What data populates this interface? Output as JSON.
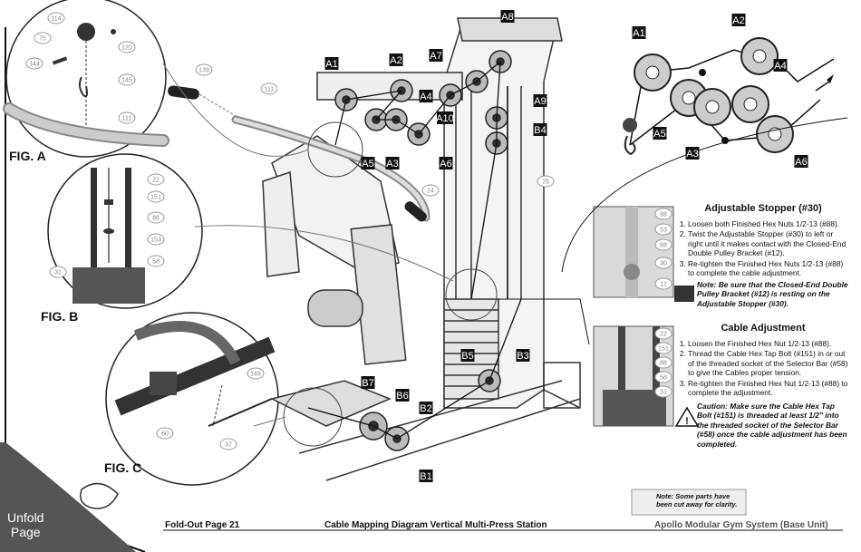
{
  "figures": {
    "fig_a": "FIG. A",
    "fig_b": "FIG. B",
    "fig_c": "FIG. C"
  },
  "part_callouts": {
    "fig_a": [
      "114",
      "75",
      "120",
      "144",
      "145",
      "111"
    ],
    "fig_b": [
      "22",
      "151",
      "88",
      "153",
      "58",
      "31"
    ],
    "fig_c": [
      "146",
      "60",
      "37"
    ],
    "main": [
      "139",
      "111",
      "24",
      "25"
    ]
  },
  "cable_labels": {
    "main": [
      "A1",
      "A2",
      "A7",
      "A8",
      "A4",
      "A10",
      "A9",
      "B4",
      "A5",
      "A3",
      "A6",
      "B5",
      "B3",
      "B7",
      "B6",
      "B2",
      "B1"
    ],
    "inset": [
      "A1",
      "A2",
      "A4",
      "A5",
      "A3",
      "A6"
    ]
  },
  "adjustable_stopper": {
    "title": "Adjustable Stopper (#30)",
    "steps": [
      "Loosen both Finished Hex Nuts 1/2-13 (#88).",
      "Twist the Adjustable Stopper (#30) to left or right until it makes contact with the Closed-End Double Pulley Bracket (#12).",
      "Re-tighten the Finished Hex Nuts 1/2-13 (#88) to complete the cable adjustment."
    ],
    "note": "Note: Be sure that the Closed-End Double Pulley Bracket (#12) is resting on the Adjustable Stopper (#30).",
    "photo_callouts": [
      "88",
      "53",
      "88",
      "30",
      "12"
    ]
  },
  "cable_adjustment": {
    "title": "Cable Adjustment",
    "steps": [
      "Loosen the Finished Hex Nut 1/2-13 (#88).",
      "Thread the Cable Hex Tap Bolt (#151) in or out of the threaded socket of the Selector Bar (#58) to give the Cables proper tension.",
      "Re-tighten the Finished Hex Nut 1/2-13 (#88) to complete the adjustment."
    ],
    "caution": "Caution: Make sure the Cable Hex Tap Bolt (#151) is threaded at least 1/2\" into the threaded socket of the Selector Bar (#58) once the cable adjustment has been completed.",
    "photo_callouts": [
      "22",
      "151",
      "88",
      "58",
      "31"
    ]
  },
  "cutaway_note": "Note: Some parts have been cut away for clarity.",
  "unfold": {
    "line1": "Unfold",
    "line2": "Page"
  },
  "footer": {
    "left": "Fold-Out Page 21",
    "center": "Cable Mapping Diagram Vertical Multi-Press Station",
    "right": "Apollo Modular Gym System (Base Unit)"
  }
}
